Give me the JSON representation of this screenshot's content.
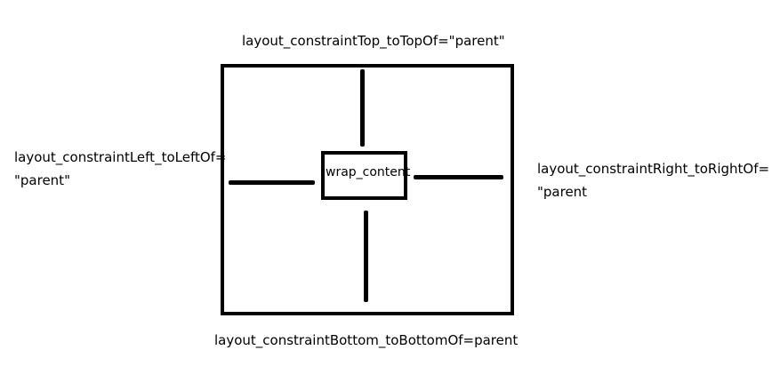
{
  "labels": {
    "top": "layout_constraintTop_toTopOf=\"parent\"",
    "left_line1": "layout_constraintLeft_toLeftOf=",
    "left_line2": "\"parent\"",
    "right_line1": "layout_constraintRight_toRightOf=",
    "right_line2": "\"parent",
    "bottom": "layout_constraintBottom_toBottomOf=parent"
  },
  "child": {
    "label": "wrap_content"
  }
}
